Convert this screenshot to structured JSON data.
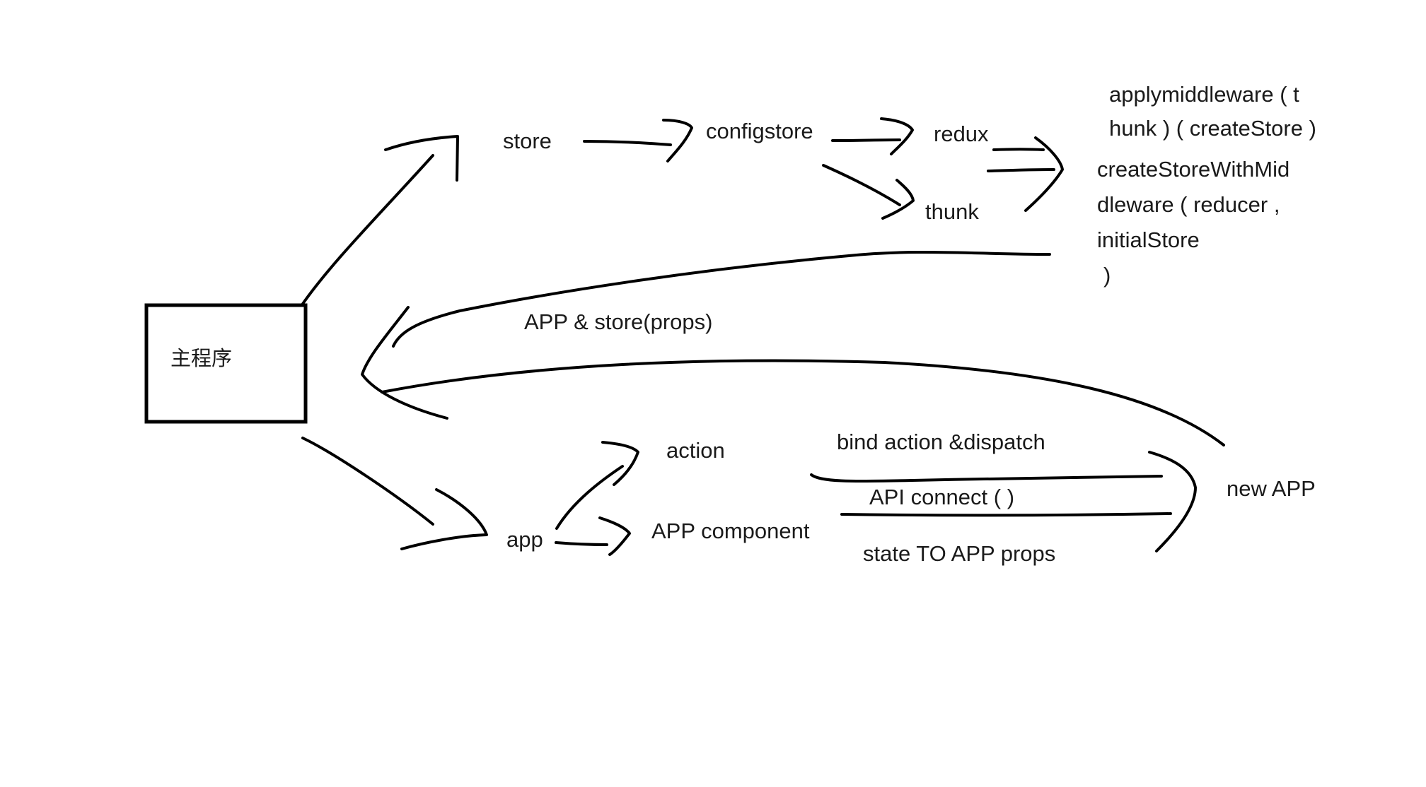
{
  "nodes": {
    "main_program": "主程序",
    "store": "store",
    "configstore": "configstore",
    "redux": "redux",
    "thunk": "thunk",
    "applymiddleware_line1": "applymiddleware ( t",
    "applymiddleware_line2": "hunk ) ( createStore )",
    "create_store_line1": "createStoreWithMid",
    "create_store_line2": "dleware ( reducer ,",
    "create_store_line3": "initialStore",
    "create_store_line4": ")",
    "app_store_props": "APP & store(props)",
    "app": "app",
    "action": "action",
    "app_component": "APP component",
    "bind_action_dispatch": "bind action &dispatch",
    "api_connect": "API connect (  )",
    "state_to_app_props": "state TO APP props",
    "new_app": "new APP"
  },
  "colors": {
    "stroke": "#000000",
    "text": "#1a1a1a",
    "background": "#ffffff"
  }
}
